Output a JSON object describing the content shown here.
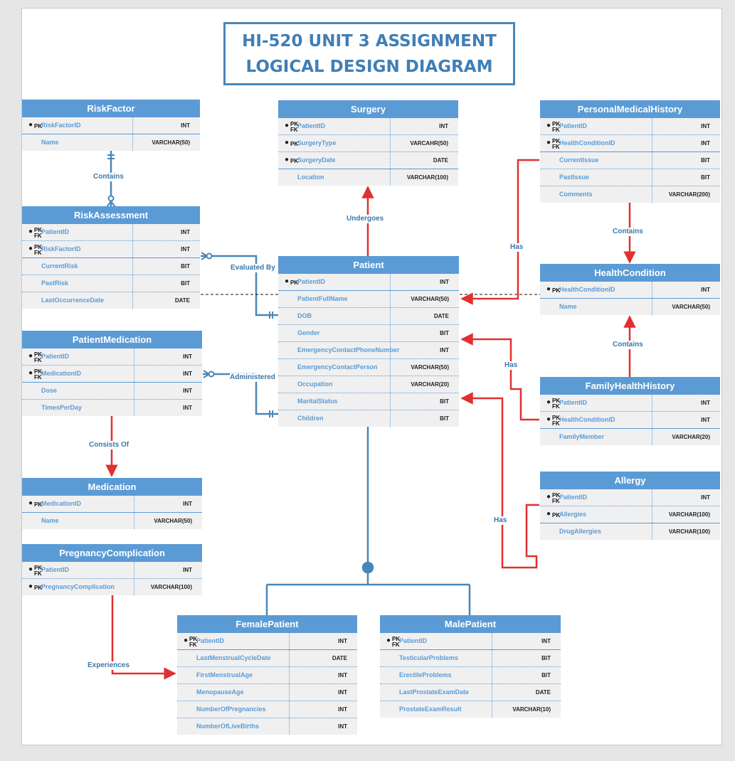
{
  "title": {
    "line1": "HI-520 UNIT 3 ASSIGNMENT",
    "line2": "LOGICAL DESIGN DIAGRAM"
  },
  "colors": {
    "entity_header": "#5b9bd5",
    "blue_connector": "#4a86b8",
    "red_connector": "#e03030"
  },
  "entities": {
    "riskfactor": {
      "name": "RiskFactor",
      "attributes": [
        {
          "key": "PK",
          "name": "RiskFactorID",
          "type": "INT"
        },
        {
          "key": "",
          "name": "Name",
          "type": "VARCHAR(50)"
        }
      ]
    },
    "riskassessment": {
      "name": "RiskAssessment",
      "attributes": [
        {
          "key": "PK FK",
          "name": "PatientID",
          "type": "INT"
        },
        {
          "key": "PK FK",
          "name": "RiskFactorID",
          "type": "INT"
        },
        {
          "key": "",
          "name": "CurrentRisk",
          "type": "BIT"
        },
        {
          "key": "",
          "name": "PastRisk",
          "type": "BIT"
        },
        {
          "key": "",
          "name": "LastOccurrenceDate",
          "type": "DATE"
        }
      ]
    },
    "patientmedication": {
      "name": "PatientMedication",
      "attributes": [
        {
          "key": "PK FK",
          "name": "PatientID",
          "type": "INT"
        },
        {
          "key": "PK FK",
          "name": "MedicationID",
          "type": "INT"
        },
        {
          "key": "",
          "name": "Dose",
          "type": "INT"
        },
        {
          "key": "",
          "name": "TimesPerDay",
          "type": "INT"
        }
      ]
    },
    "medication": {
      "name": "Medication",
      "attributes": [
        {
          "key": "PK",
          "name": "MedicationID",
          "type": "INT"
        },
        {
          "key": "",
          "name": "Name",
          "type": "VARCHAR(50)"
        }
      ]
    },
    "pregnancycomplication": {
      "name": "PregnancyComplication",
      "attributes": [
        {
          "key": "PK FK",
          "name": "PatientID",
          "type": "INT"
        },
        {
          "key": "PK",
          "name": "PregnancyComplication",
          "type": "VARCHAR(100)"
        }
      ]
    },
    "surgery": {
      "name": "Surgery",
      "attributes": [
        {
          "key": "PK FK",
          "name": "PatientID",
          "type": "INT"
        },
        {
          "key": "PK",
          "name": "SurgeryType",
          "type": "VARCAHR(50)"
        },
        {
          "key": "PK",
          "name": "SurgeryDate",
          "type": "DATE"
        },
        {
          "key": "",
          "name": "Location",
          "type": "VARCHAR(100)"
        }
      ]
    },
    "patient": {
      "name": "Patient",
      "attributes": [
        {
          "key": "PK",
          "name": "PatientID",
          "type": "INT"
        },
        {
          "key": "",
          "name": "PatientFullName",
          "type": "VARCHAR(50)"
        },
        {
          "key": "",
          "name": "DOB",
          "type": "DATE"
        },
        {
          "key": "",
          "name": "Gender",
          "type": "BIT"
        },
        {
          "key": "",
          "name": "EmergencyContactPhoneNumber",
          "type": "INT"
        },
        {
          "key": "",
          "name": "EmergencyContactPerson",
          "type": "VARCHAR(50)"
        },
        {
          "key": "",
          "name": "Occupation",
          "type": "VARCHAR(20)"
        },
        {
          "key": "",
          "name": "MaritalStatus",
          "type": "BIT"
        },
        {
          "key": "",
          "name": "Children",
          "type": "BIT"
        }
      ]
    },
    "personalmedicalhistory": {
      "name": "PersonalMedicalHistory",
      "attributes": [
        {
          "key": "PK FK",
          "name": "PatientID",
          "type": "INT"
        },
        {
          "key": "PK FK",
          "name": "HealthConditionID",
          "type": "INT"
        },
        {
          "key": "",
          "name": "CurrentIssue",
          "type": "BIT"
        },
        {
          "key": "",
          "name": "PastIssue",
          "type": "BIT"
        },
        {
          "key": "",
          "name": "Comments",
          "type": "VARCHAR(200)"
        }
      ]
    },
    "healthcondition": {
      "name": "HealthCondition",
      "attributes": [
        {
          "key": "PK",
          "name": "HealthConditionID",
          "type": "INT"
        },
        {
          "key": "",
          "name": "Name",
          "type": "VARCHAR(50)"
        }
      ]
    },
    "familyhealthhistory": {
      "name": "FamilyHealthHistory",
      "attributes": [
        {
          "key": "PK FK",
          "name": "PatientID",
          "type": "INT"
        },
        {
          "key": "PK FK",
          "name": "HealthConditionID",
          "type": "INT"
        },
        {
          "key": "",
          "name": "FamilyMember",
          "type": "VARCHAR(20)"
        }
      ]
    },
    "allergy": {
      "name": "Allergy",
      "attributes": [
        {
          "key": "PK FK",
          "name": "PatientID",
          "type": "INT"
        },
        {
          "key": "PK",
          "name": "Allergies",
          "type": "VARCHAR(100)"
        },
        {
          "key": "",
          "name": "DrugAllergies",
          "type": "VARCHAR(100)"
        }
      ]
    },
    "femalepatient": {
      "name": "FemalePatient",
      "attributes": [
        {
          "key": "PK FK",
          "name": "PatientID",
          "type": "INT"
        },
        {
          "key": "",
          "name": "LastMenstrualCycleDate",
          "type": "DATE"
        },
        {
          "key": "",
          "name": "FirstMenstrualAge",
          "type": "INT"
        },
        {
          "key": "",
          "name": "MenopauseAge",
          "type": "INT"
        },
        {
          "key": "",
          "name": "NumberOfPregnancies",
          "type": "INT"
        },
        {
          "key": "",
          "name": "NumberOfLiveBirths",
          "type": "INT"
        }
      ]
    },
    "malepatient": {
      "name": "MalePatient",
      "attributes": [
        {
          "key": "PK FK",
          "name": "PatientID",
          "type": "INT"
        },
        {
          "key": "",
          "name": "TesticularProblems",
          "type": "BIT"
        },
        {
          "key": "",
          "name": "ErectileProblems",
          "type": "BIT"
        },
        {
          "key": "",
          "name": "LastProstateExamDate",
          "type": "DATE"
        },
        {
          "key": "",
          "name": "ProstateExamResult",
          "type": "VARCHAR(10)"
        }
      ]
    }
  },
  "relationships": {
    "contains_rf": "Contains",
    "evaluated_by": "Evaluated By",
    "administered": "Administered",
    "consists_of": "Consists Of",
    "experiences": "Experiences",
    "undergoes": "Undergoes",
    "has_pmh": "Has",
    "contains_pmh": "Contains",
    "contains_fhh": "Contains",
    "has_fhh": "Has",
    "has_allergy": "Has"
  }
}
